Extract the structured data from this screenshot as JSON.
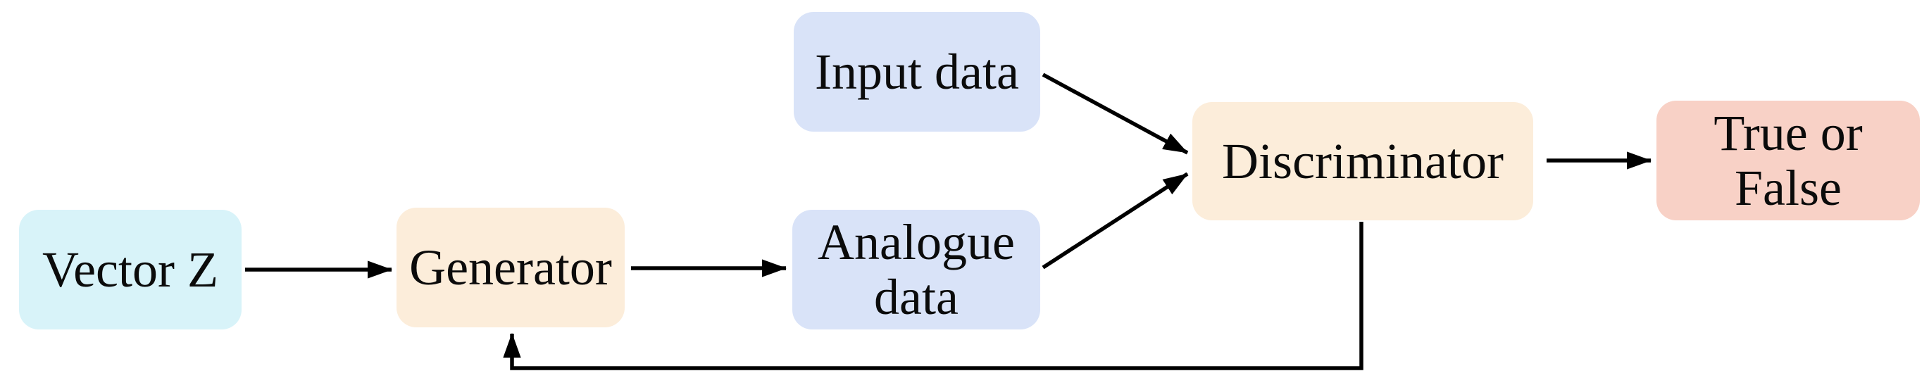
{
  "diagram": {
    "type": "flowchart",
    "background": "#ffffff",
    "text_color": "#0b0b0b",
    "edge_color": "#000000",
    "nodes": {
      "vector_z": {
        "label": "Vector Z",
        "fill": "#d8f3f9"
      },
      "generator": {
        "label": "Generator",
        "fill": "#fcedda"
      },
      "input_data": {
        "label": "Input data",
        "fill": "#d9e3f8"
      },
      "analogue_data": {
        "label": "Analogue data",
        "fill": "#d9e3f8"
      },
      "discriminator": {
        "label": "Discriminator",
        "fill": "#fcedda"
      },
      "true_or_false": {
        "label": "True or False",
        "fill": "#f8d1c6"
      }
    },
    "edges": [
      {
        "from": "vector_z",
        "to": "generator",
        "style": "straight"
      },
      {
        "from": "generator",
        "to": "analogue_data",
        "style": "straight"
      },
      {
        "from": "input_data",
        "to": "discriminator",
        "style": "diagonal"
      },
      {
        "from": "analogue_data",
        "to": "discriminator",
        "style": "diagonal"
      },
      {
        "from": "discriminator",
        "to": "true_or_false",
        "style": "straight"
      },
      {
        "from": "discriminator",
        "to": "generator",
        "style": "feedback-elbow"
      }
    ]
  }
}
